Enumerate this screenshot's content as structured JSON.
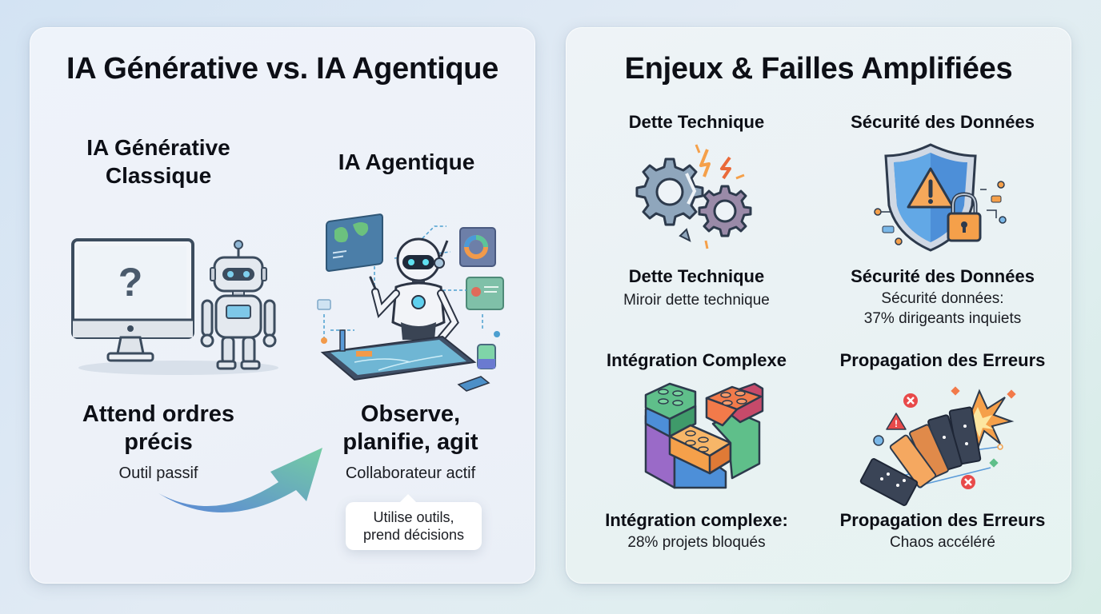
{
  "left_panel": {
    "title": "IA Générative vs. IA Agentique",
    "generative": {
      "title_line1": "IA Générative",
      "title_line2": "Classique",
      "icon": "robot-with-monitor-question-icon",
      "headline_line1": "Attend ordres",
      "headline_line2": "précis",
      "subtitle": "Outil passif"
    },
    "agentic": {
      "title": "IA Agentique",
      "icon": "robot-using-dashboards-icon",
      "headline_line1": "Observe,",
      "headline_line2": "planifie, agit",
      "subtitle": "Collaborateur actif",
      "tooltip_line1": "Utilise outils,",
      "tooltip_line2": "prend décisions"
    },
    "arrow": "curved-arrow-icon"
  },
  "right_panel": {
    "title": "Enjeux & Failles Amplifiées",
    "items": [
      {
        "heading": "Dette Technique",
        "icon": "broken-gears-icon",
        "bold": "Dette Technique",
        "detail_line1": "Miroir dette technique",
        "detail_line2": ""
      },
      {
        "heading": "Sécurité des Données",
        "icon": "shield-warning-lock-icon",
        "bold": "Sécurité des Données",
        "detail_line1": "Sécurité données:",
        "detail_line2": "37% dirigeants inquiets"
      },
      {
        "heading": "Intégration Complexe",
        "icon": "mismatched-bricks-icon",
        "bold": "Intégration complexe:",
        "detail_line1": "28% projets bloqués",
        "detail_line2": ""
      },
      {
        "heading": "Propagation des Erreurs",
        "icon": "falling-dominoes-icon",
        "bold": "Propagation des Erreurs",
        "detail_line1": "Chaos accéléré",
        "detail_line2": ""
      }
    ]
  },
  "colors": {
    "text": "#0d0f16",
    "arrow_start": "#5b86d8",
    "arrow_end": "#74cca4",
    "accent_orange": "#f5a04a",
    "accent_blue": "#4d8fd8",
    "accent_green": "#5fbf8a"
  }
}
